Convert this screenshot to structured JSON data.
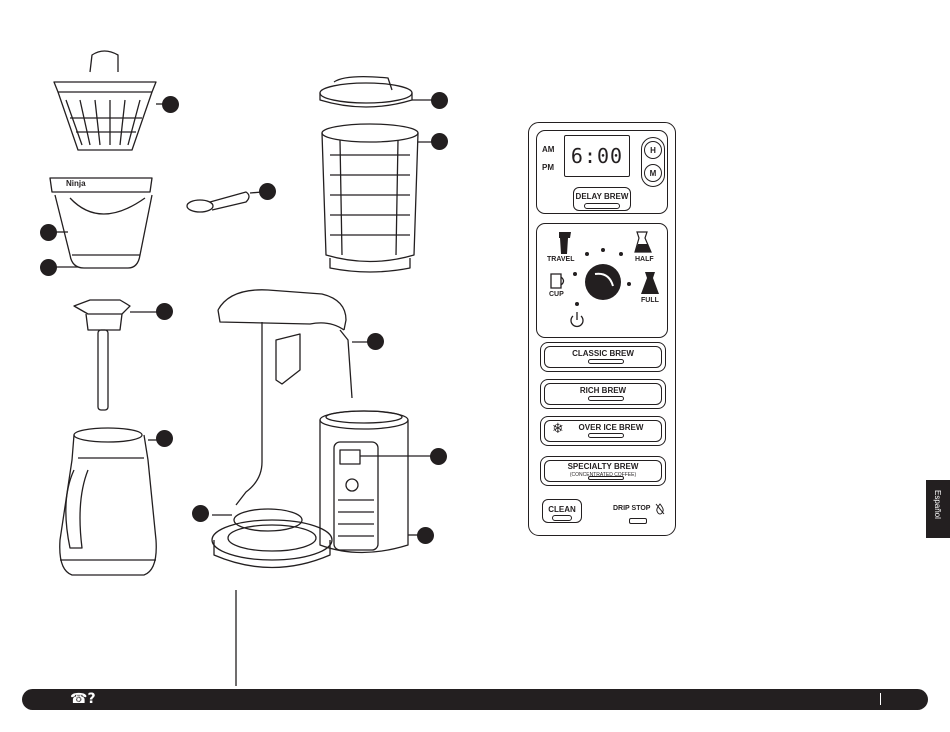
{
  "control_panel": {
    "am_label": "AM",
    "pm_label": "PM",
    "clock_display": "6:00",
    "hour_button": "H",
    "minute_button": "M",
    "delay_brew_label": "DELAY BREW",
    "sizes": {
      "travel": "TRAVEL",
      "half": "HALF",
      "cup": "CUP",
      "full": "FULL"
    },
    "brew_buttons": {
      "classic": "CLASSIC BREW",
      "rich": "RICH BREW",
      "over_ice": "OVER ICE BREW",
      "specialty": "SPECIALTY BREW",
      "specialty_sub": "(CONCENTRATED COFFEE)"
    },
    "clean_label": "CLEAN",
    "drip_stop_label": "DRIP STOP"
  },
  "side_tab": "Español",
  "footer_icon": "☎?",
  "illustration": {
    "brand_on_basket_holder": "Ninja"
  },
  "icons": [
    "phone-icon",
    "snowflake-icon",
    "power-icon",
    "drip-stop-icon",
    "travel-mug-icon",
    "cup-icon",
    "half-carafe-icon",
    "full-carafe-icon"
  ]
}
